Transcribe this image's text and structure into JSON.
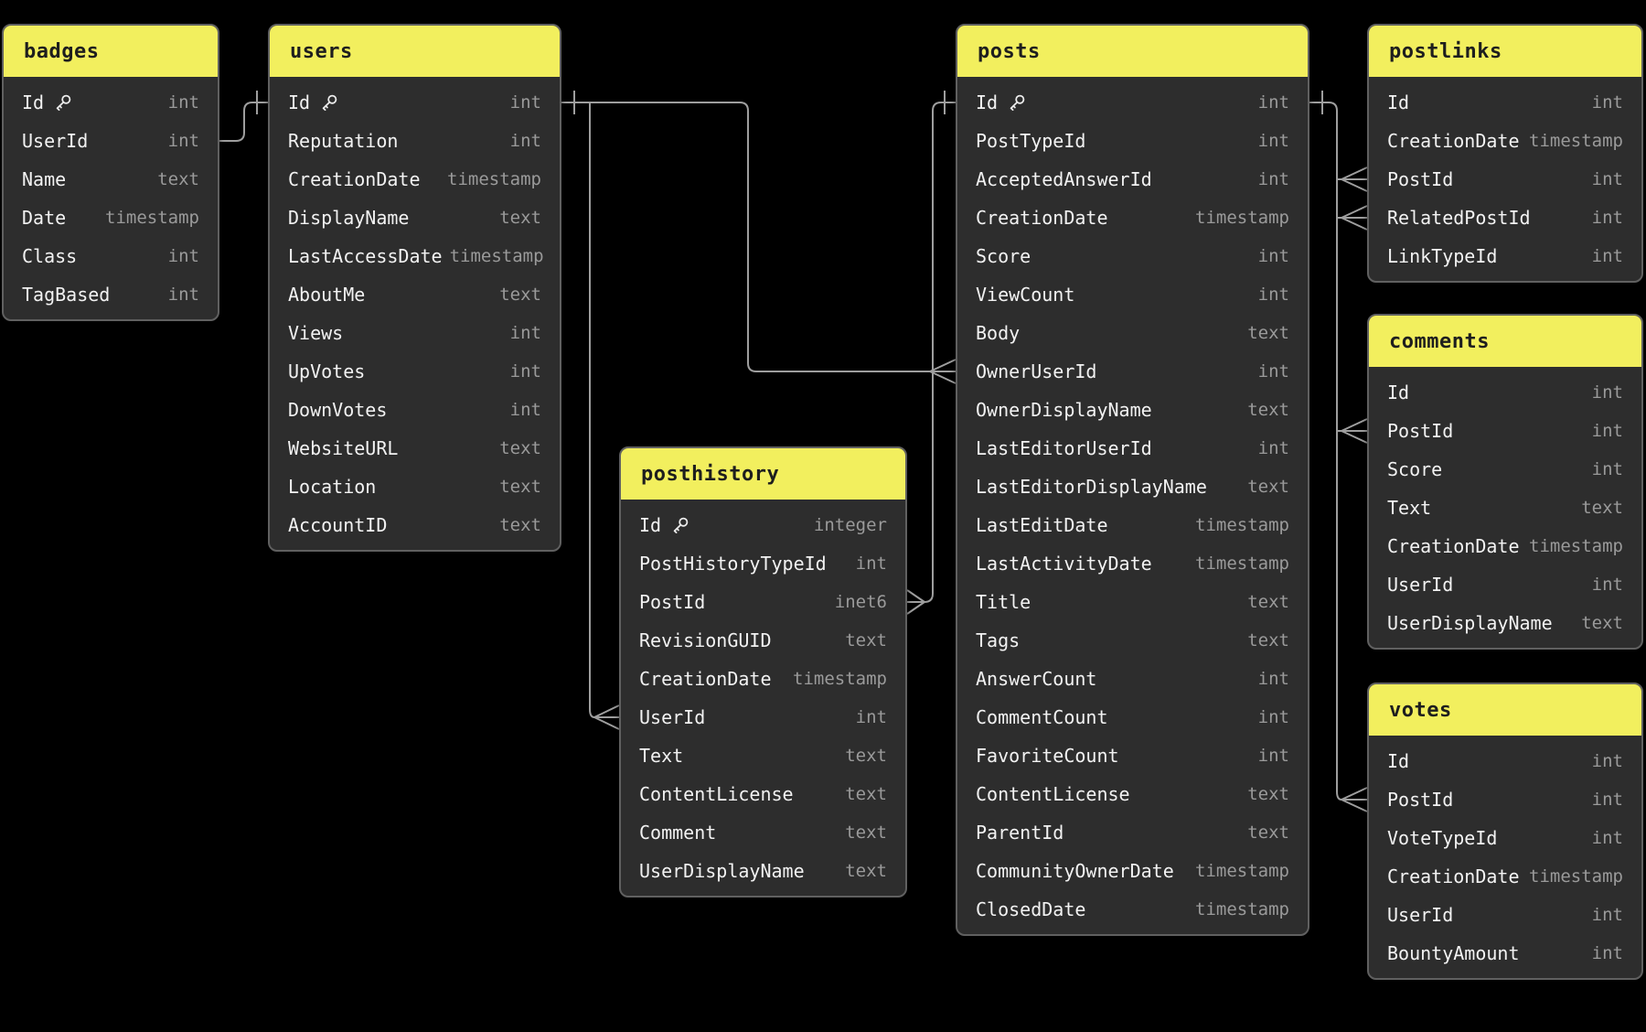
{
  "diagram_type": "database-schema-er-diagram",
  "colors": {
    "background": "#000000",
    "table_header": "#f2ef5e",
    "table_body": "#2d2d2d",
    "table_border": "#606060",
    "connector_line": "#9e9e9e",
    "field_text": "#f2f2f2",
    "type_text": "#9a9a9a",
    "title_text": "#1e1e1e"
  },
  "tables": [
    {
      "id": "badges",
      "title": "badges",
      "fields": [
        {
          "name": "Id",
          "key": true,
          "type": "int"
        },
        {
          "name": "UserId",
          "key": false,
          "type": "int"
        },
        {
          "name": "Name",
          "key": false,
          "type": "text"
        },
        {
          "name": "Date",
          "key": false,
          "type": "timestamp"
        },
        {
          "name": "Class",
          "key": false,
          "type": "int"
        },
        {
          "name": "TagBased",
          "key": false,
          "type": "int"
        }
      ]
    },
    {
      "id": "users",
      "title": "users",
      "fields": [
        {
          "name": "Id",
          "key": true,
          "type": "int"
        },
        {
          "name": "Reputation",
          "key": false,
          "type": "int"
        },
        {
          "name": "CreationDate",
          "key": false,
          "type": "timestamp"
        },
        {
          "name": "DisplayName",
          "key": false,
          "type": "text"
        },
        {
          "name": "LastAccessDate",
          "key": false,
          "type": "timestamp"
        },
        {
          "name": "AboutMe",
          "key": false,
          "type": "text"
        },
        {
          "name": "Views",
          "key": false,
          "type": "int"
        },
        {
          "name": "UpVotes",
          "key": false,
          "type": "int"
        },
        {
          "name": "DownVotes",
          "key": false,
          "type": "int"
        },
        {
          "name": "WebsiteURL",
          "key": false,
          "type": "text"
        },
        {
          "name": "Location",
          "key": false,
          "type": "text"
        },
        {
          "name": "AccountID",
          "key": false,
          "type": "text"
        }
      ]
    },
    {
      "id": "posthistory",
      "title": "posthistory",
      "fields": [
        {
          "name": "Id",
          "key": true,
          "type": "integer"
        },
        {
          "name": "PostHistoryTypeId",
          "key": false,
          "type": "int"
        },
        {
          "name": "PostId",
          "key": false,
          "type": "inet6"
        },
        {
          "name": "RevisionGUID",
          "key": false,
          "type": "text"
        },
        {
          "name": "CreationDate",
          "key": false,
          "type": "timestamp"
        },
        {
          "name": "UserId",
          "key": false,
          "type": "int"
        },
        {
          "name": "Text",
          "key": false,
          "type": "text"
        },
        {
          "name": "ContentLicense",
          "key": false,
          "type": "text"
        },
        {
          "name": "Comment",
          "key": false,
          "type": "text"
        },
        {
          "name": "UserDisplayName",
          "key": false,
          "type": "text"
        }
      ]
    },
    {
      "id": "posts",
      "title": "posts",
      "fields": [
        {
          "name": "Id",
          "key": true,
          "type": "int"
        },
        {
          "name": "PostTypeId",
          "key": false,
          "type": "int"
        },
        {
          "name": "AcceptedAnswerId",
          "key": false,
          "type": "int"
        },
        {
          "name": "CreationDate",
          "key": false,
          "type": "timestamp"
        },
        {
          "name": "Score",
          "key": false,
          "type": "int"
        },
        {
          "name": "ViewCount",
          "key": false,
          "type": "int"
        },
        {
          "name": "Body",
          "key": false,
          "type": "text"
        },
        {
          "name": "OwnerUserId",
          "key": false,
          "type": "int"
        },
        {
          "name": "OwnerDisplayName",
          "key": false,
          "type": "text"
        },
        {
          "name": "LastEditorUserId",
          "key": false,
          "type": "int"
        },
        {
          "name": "LastEditorDisplayName",
          "key": false,
          "type": "text"
        },
        {
          "name": "LastEditDate",
          "key": false,
          "type": "timestamp"
        },
        {
          "name": "LastActivityDate",
          "key": false,
          "type": "timestamp"
        },
        {
          "name": "Title",
          "key": false,
          "type": "text"
        },
        {
          "name": "Tags",
          "key": false,
          "type": "text"
        },
        {
          "name": "AnswerCount",
          "key": false,
          "type": "int"
        },
        {
          "name": "CommentCount",
          "key": false,
          "type": "int"
        },
        {
          "name": "FavoriteCount",
          "key": false,
          "type": "int"
        },
        {
          "name": "ContentLicense",
          "key": false,
          "type": "text"
        },
        {
          "name": "ParentId",
          "key": false,
          "type": "text"
        },
        {
          "name": "CommunityOwnerDate",
          "key": false,
          "type": "timestamp"
        },
        {
          "name": "ClosedDate",
          "key": false,
          "type": "timestamp"
        }
      ]
    },
    {
      "id": "postlinks",
      "title": "postlinks",
      "fields": [
        {
          "name": "Id",
          "key": false,
          "type": "int"
        },
        {
          "name": "CreationDate",
          "key": false,
          "type": "timestamp"
        },
        {
          "name": "PostId",
          "key": false,
          "type": "int"
        },
        {
          "name": "RelatedPostId",
          "key": false,
          "type": "int"
        },
        {
          "name": "LinkTypeId",
          "key": false,
          "type": "int"
        }
      ]
    },
    {
      "id": "comments",
      "title": "comments",
      "fields": [
        {
          "name": "Id",
          "key": false,
          "type": "int"
        },
        {
          "name": "PostId",
          "key": false,
          "type": "int"
        },
        {
          "name": "Score",
          "key": false,
          "type": "int"
        },
        {
          "name": "Text",
          "key": false,
          "type": "text"
        },
        {
          "name": "CreationDate",
          "key": false,
          "type": "timestamp"
        },
        {
          "name": "UserId",
          "key": false,
          "type": "int"
        },
        {
          "name": "UserDisplayName",
          "key": false,
          "type": "text"
        }
      ]
    },
    {
      "id": "votes",
      "title": "votes",
      "fields": [
        {
          "name": "Id",
          "key": false,
          "type": "int"
        },
        {
          "name": "PostId",
          "key": false,
          "type": "int"
        },
        {
          "name": "VoteTypeId",
          "key": false,
          "type": "int"
        },
        {
          "name": "CreationDate",
          "key": false,
          "type": "timestamp"
        },
        {
          "name": "UserId",
          "key": false,
          "type": "int"
        },
        {
          "name": "BountyAmount",
          "key": false,
          "type": "int"
        }
      ]
    }
  ],
  "relationships": [
    {
      "one_table": "users",
      "one_field": "Id",
      "many_table": "badges",
      "many_field": "UserId",
      "one_marker": "tick",
      "many_marker": "none"
    },
    {
      "one_table": "users",
      "one_field": "Id",
      "many_table": "posthistory",
      "many_field": "UserId",
      "one_marker": "tick",
      "many_marker": "crow-foot"
    },
    {
      "one_table": "users",
      "one_field": "Id",
      "many_table": "posts",
      "many_field": "OwnerUserId",
      "one_marker": "tick",
      "many_marker": "crow-foot"
    },
    {
      "one_table": "posts",
      "one_field": "Id",
      "many_table": "posthistory",
      "many_field": "PostId",
      "one_marker": "tick",
      "many_marker": "crow-foot"
    },
    {
      "one_table": "posts",
      "one_field": "Id",
      "many_table": "postlinks",
      "many_field": "PostId",
      "one_marker": "tick",
      "many_marker": "crow-foot"
    },
    {
      "one_table": "posts",
      "one_field": "Id",
      "many_table": "postlinks",
      "many_field": "RelatedPostId",
      "one_marker": "tick",
      "many_marker": "crow-foot"
    },
    {
      "one_table": "posts",
      "one_field": "Id",
      "many_table": "comments",
      "many_field": "PostId",
      "one_marker": "tick",
      "many_marker": "crow-foot"
    },
    {
      "one_table": "posts",
      "one_field": "Id",
      "many_table": "votes",
      "many_field": "PostId",
      "one_marker": "tick",
      "many_marker": "crow-foot"
    }
  ]
}
